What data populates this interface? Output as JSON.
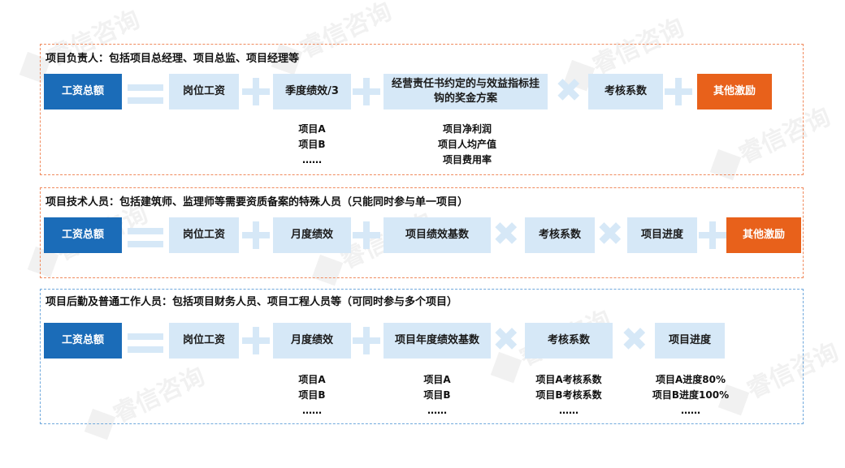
{
  "watermark": "睿信咨询",
  "sections": [
    {
      "title": "项目负责人：包括项目总经理、项目总监、项目经理等",
      "formula": [
        "工资总额",
        "岗位工资",
        "季度绩效/3",
        "经营责任书约定的与效益指标挂钩的奖金方案",
        "考核系数",
        "其他激励"
      ],
      "notes": [
        [
          "项目A",
          "项目B",
          "……"
        ],
        [
          "项目净利润",
          "项目人均产值",
          "项目费用率"
        ]
      ]
    },
    {
      "title": "项目技术人员：包括建筑师、监理师等需要资质备案的特殊人员（只能同时参与单一项目）",
      "formula": [
        "工资总额",
        "岗位工资",
        "月度绩效",
        "项目绩效基数",
        "考核系数",
        "项目进度",
        "其他激励"
      ]
    },
    {
      "title": "项目后勤及普通工作人员：包括项目财务人员、项目工程人员等（可同时参与多个项目）",
      "formula": [
        "工资总额",
        "岗位工资",
        "月度绩效",
        "项目年度绩效基数",
        "考核系数",
        "项目进度"
      ],
      "notes": [
        [
          "项目A",
          "项目B",
          "……"
        ],
        [
          "项目A",
          "项目B",
          "……"
        ],
        [
          "项目A考核系数",
          "项目B考核系数",
          "……"
        ],
        [
          "项目A进度80%",
          "项目B进度100%",
          "……"
        ]
      ]
    }
  ]
}
